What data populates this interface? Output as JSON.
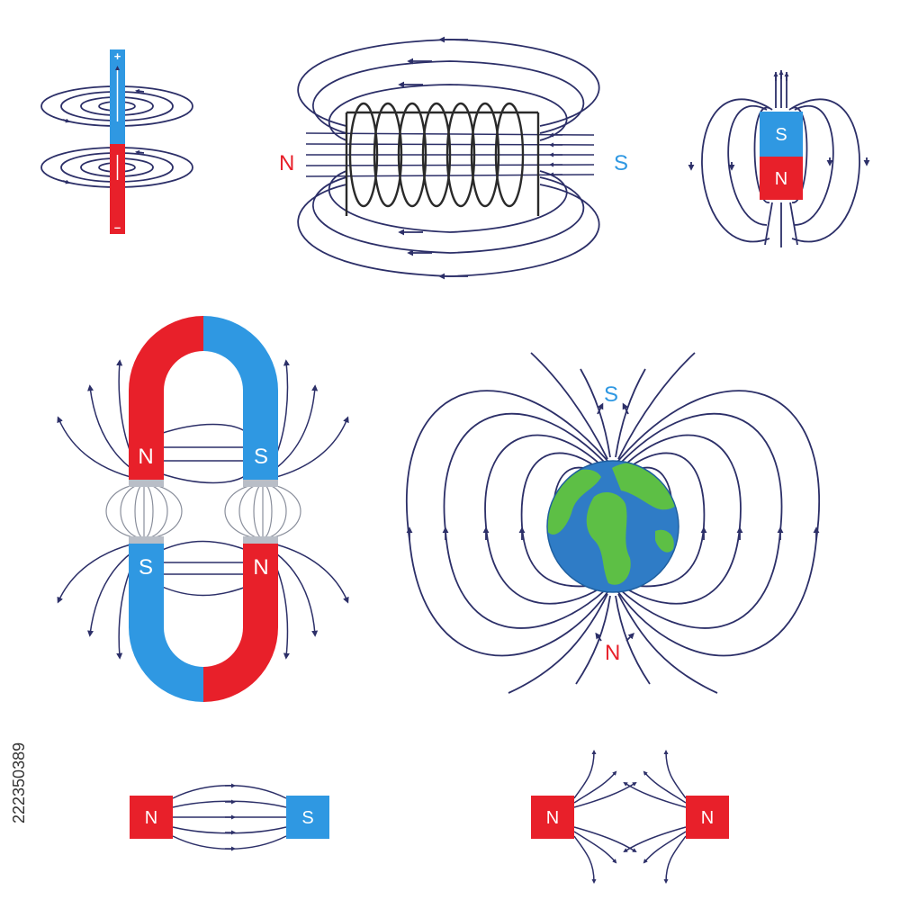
{
  "colors": {
    "north": "#e8202a",
    "south": "#2f98e2",
    "field_line": "#2c2f68",
    "coil": "#2a2a2a",
    "earth_ocean": "#2f7cc6",
    "earth_land": "#5dbf45",
    "pole_gap": "#b9bec7",
    "background": "#ffffff"
  },
  "labels": {
    "north": "N",
    "south": "S",
    "plus": "+",
    "minus": "–"
  },
  "stock_id": "222350389"
}
